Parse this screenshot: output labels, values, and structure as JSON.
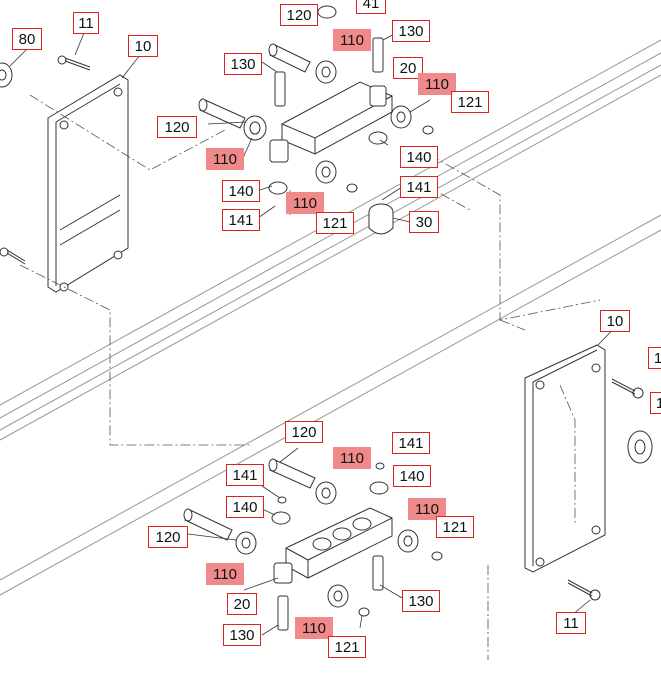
{
  "colors": {
    "callout_border": "#dd2222",
    "callout_highlight": "#f08a8a",
    "line_art": "#333333"
  },
  "callouts": [
    {
      "text": "80",
      "highlight": false
    },
    {
      "text": "11",
      "highlight": false
    },
    {
      "text": "10",
      "highlight": false
    },
    {
      "text": "120",
      "highlight": false
    },
    {
      "text": "41",
      "highlight": false
    },
    {
      "text": "110",
      "highlight": true
    },
    {
      "text": "130",
      "highlight": false
    },
    {
      "text": "130",
      "highlight": false
    },
    {
      "text": "20",
      "highlight": false
    },
    {
      "text": "110",
      "highlight": true
    },
    {
      "text": "121",
      "highlight": false
    },
    {
      "text": "120",
      "highlight": false
    },
    {
      "text": "110",
      "highlight": true
    },
    {
      "text": "140",
      "highlight": false
    },
    {
      "text": "140",
      "highlight": false
    },
    {
      "text": "141",
      "highlight": false
    },
    {
      "text": "110",
      "highlight": true
    },
    {
      "text": "141",
      "highlight": false
    },
    {
      "text": "121",
      "highlight": false
    },
    {
      "text": "30",
      "highlight": false
    },
    {
      "text": "10",
      "highlight": false
    },
    {
      "text": "1",
      "highlight": false
    },
    {
      "text": "1",
      "highlight": false
    },
    {
      "text": "120",
      "highlight": false
    },
    {
      "text": "141",
      "highlight": false
    },
    {
      "text": "110",
      "highlight": true
    },
    {
      "text": "141",
      "highlight": false
    },
    {
      "text": "140",
      "highlight": false
    },
    {
      "text": "140",
      "highlight": false
    },
    {
      "text": "110",
      "highlight": true
    },
    {
      "text": "120",
      "highlight": false
    },
    {
      "text": "121",
      "highlight": false
    },
    {
      "text": "110",
      "highlight": true
    },
    {
      "text": "20",
      "highlight": false
    },
    {
      "text": "130",
      "highlight": false
    },
    {
      "text": "11",
      "highlight": false
    },
    {
      "text": "130",
      "highlight": false
    },
    {
      "text": "110",
      "highlight": true
    },
    {
      "text": "121",
      "highlight": false
    }
  ]
}
